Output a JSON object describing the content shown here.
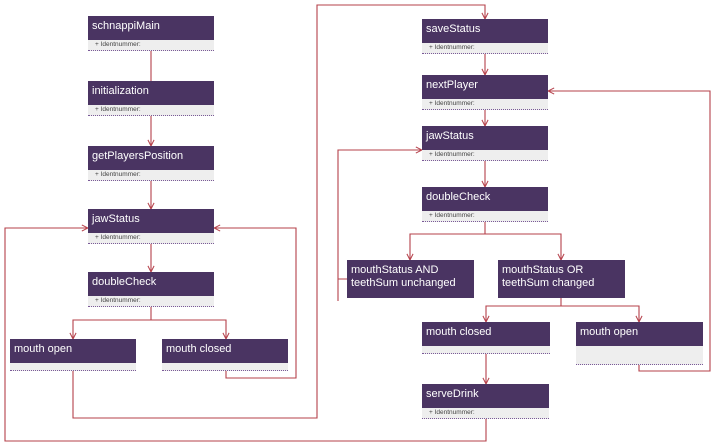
{
  "diagram": {
    "colors": {
      "node_header": "#4a3462",
      "node_header_text": "#ffffff",
      "node_body": "#eeeeee",
      "edge": "#b5404a"
    },
    "nodes": [
      {
        "id": "schnappiMain",
        "label": "schnappiMain",
        "attribute": "+ Identnummer:"
      },
      {
        "id": "initialization",
        "label": "initialization",
        "attribute": "+ Identnummer:"
      },
      {
        "id": "getPlayersPosition",
        "label": "getPlayersPosition",
        "attribute": "+ Identnummer:"
      },
      {
        "id": "jawStatus1",
        "label": "jawStatus",
        "attribute": "+ Identnummer:"
      },
      {
        "id": "doubleCheck1",
        "label": "doubleCheck",
        "attribute": "+ Identnummer:"
      },
      {
        "id": "mouthOpen1",
        "label": "mouth open",
        "attribute": ""
      },
      {
        "id": "mouthClosed1",
        "label": "mouth closed",
        "attribute": ""
      },
      {
        "id": "saveStatus",
        "label": "saveStatus",
        "attribute": "+ Identnummer:"
      },
      {
        "id": "nextPlayer",
        "label": "nextPlayer",
        "attribute": "+ Identnummer:"
      },
      {
        "id": "jawStatus2",
        "label": "jawStatus",
        "attribute": "+ Identnummer:"
      },
      {
        "id": "doubleCheck2",
        "label": "doubleCheck",
        "attribute": "+ Identnummer:"
      },
      {
        "id": "unchanged",
        "label": "mouthStatus AND teethSum unchanged",
        "attribute": ""
      },
      {
        "id": "changed",
        "label": "mouthStatus OR teethSum changed",
        "attribute": ""
      },
      {
        "id": "mouthClosed2",
        "label": "mouth closed",
        "attribute": ""
      },
      {
        "id": "mouthOpen2",
        "label": "mouth open",
        "attribute": ""
      },
      {
        "id": "serveDrink",
        "label": "serveDrink",
        "attribute": "+ Identnummer:"
      }
    ],
    "edges": [
      {
        "from": "schnappiMain",
        "to": "initialization"
      },
      {
        "from": "initialization",
        "to": "getPlayersPosition"
      },
      {
        "from": "getPlayersPosition",
        "to": "jawStatus1"
      },
      {
        "from": "jawStatus1",
        "to": "doubleCheck1"
      },
      {
        "from": "doubleCheck1",
        "to": "mouthOpen1"
      },
      {
        "from": "doubleCheck1",
        "to": "mouthClosed1"
      },
      {
        "from": "mouthClosed1",
        "to": "jawStatus1"
      },
      {
        "from": "mouthOpen1",
        "to": "saveStatus"
      },
      {
        "from": "saveStatus",
        "to": "nextPlayer"
      },
      {
        "from": "nextPlayer",
        "to": "jawStatus2"
      },
      {
        "from": "jawStatus2",
        "to": "doubleCheck2"
      },
      {
        "from": "doubleCheck2",
        "to": "unchanged"
      },
      {
        "from": "doubleCheck2",
        "to": "changed"
      },
      {
        "from": "unchanged",
        "to": "jawStatus2"
      },
      {
        "from": "changed",
        "to": "mouthClosed2"
      },
      {
        "from": "changed",
        "to": "mouthOpen2"
      },
      {
        "from": "mouthOpen2",
        "to": "nextPlayer"
      },
      {
        "from": "mouthClosed2",
        "to": "serveDrink"
      },
      {
        "from": "serveDrink",
        "to": "jawStatus1"
      }
    ]
  }
}
